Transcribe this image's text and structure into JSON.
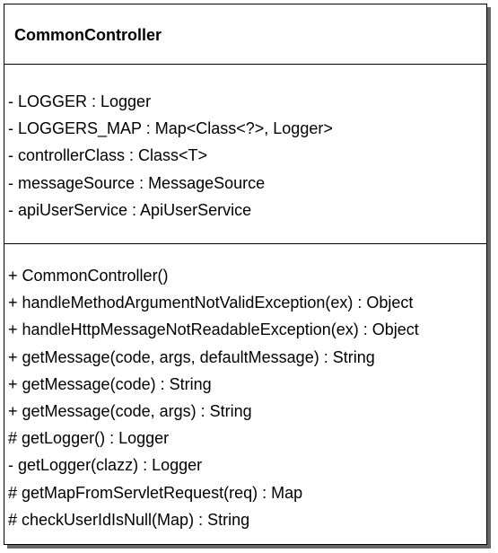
{
  "uml_class": {
    "name": "CommonController",
    "attributes": [
      "- LOGGER : Logger",
      "- LOGGERS_MAP : Map<Class<?>, Logger>",
      "- controllerClass : Class<T>",
      "- messageSource : MessageSource",
      "- apiUserService : ApiUserService"
    ],
    "operations": [
      "+ CommonController()",
      "+ handleMethodArgumentNotValidException(ex) : Object",
      "+ handleHttpMessageNotReadableException(ex) : Object",
      "+ getMessage(code, args, defaultMessage) : String",
      "+ getMessage(code) : String",
      "+ getMessage(code, args) : String",
      "# getLogger() : Logger",
      "- getLogger(clazz) : Logger",
      "# getMapFromServletRequest(req) : Map",
      "# checkUserIdIsNull(Map) : String"
    ]
  }
}
